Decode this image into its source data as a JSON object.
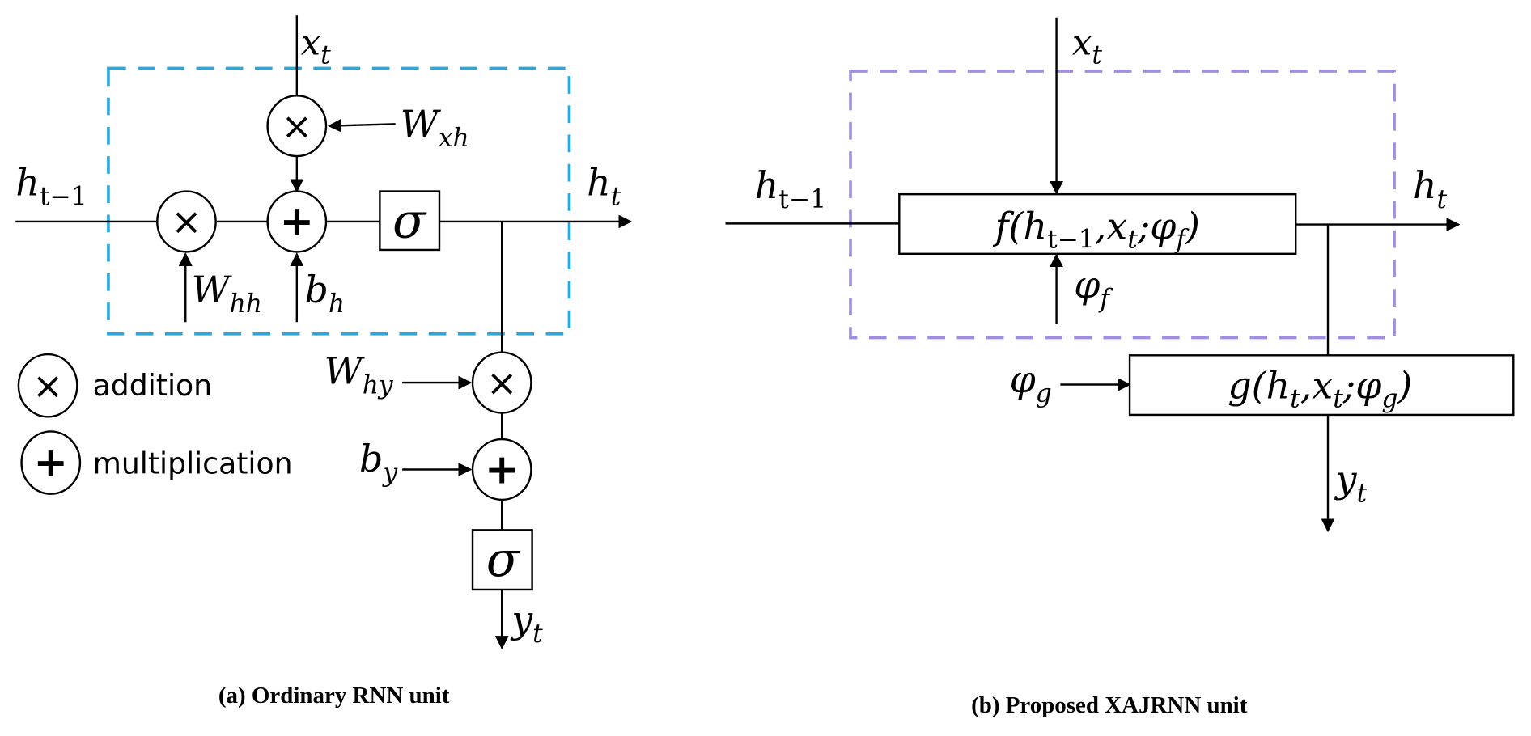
{
  "colors": {
    "panel_a_border": "#2aa7dd",
    "panel_b_border": "#a08fe0",
    "ink": "#000000"
  },
  "panel_a": {
    "caption": "(a) Ordinary RNN unit",
    "labels": {
      "x_t": {
        "base": "x",
        "sub": "t"
      },
      "h_prev": {
        "base": "h",
        "sub": "t−1"
      },
      "h_t": {
        "base": "h",
        "sub": "t"
      },
      "W_xh": {
        "base": "W",
        "sub": "xh"
      },
      "W_hh": {
        "base": "W",
        "sub": "hh"
      },
      "b_h": {
        "base": "b",
        "sub": "h"
      },
      "W_hy": {
        "base": "W",
        "sub": "hy"
      },
      "b_y": {
        "base": "b",
        "sub": "y"
      },
      "y_t": {
        "base": "y",
        "sub": "t"
      }
    },
    "operators": {
      "times": "×",
      "plus": "+",
      "sigma": "σ"
    },
    "legend": [
      {
        "symbol": "×",
        "label": "addition"
      },
      {
        "symbol": "+",
        "label": "multiplication"
      }
    ]
  },
  "panel_b": {
    "caption": "(b) Proposed XAJRNN unit",
    "labels": {
      "x_t": {
        "base": "x",
        "sub": "t"
      },
      "h_prev": {
        "base": "h",
        "sub": "t−1"
      },
      "h_t": {
        "base": "h",
        "sub": "t"
      },
      "phi_f": {
        "base": "φ",
        "sub": "f"
      },
      "phi_g": {
        "base": "φ",
        "sub": "g"
      },
      "y_t": {
        "base": "y",
        "sub": "t"
      }
    },
    "f_box": {
      "fn": "f(",
      "h": "h",
      "h_sub": "t−1",
      "sep1": ",",
      "x": "x",
      "x_sub": "t",
      "sep2": ";",
      "phi": "φ",
      "phi_sub": "f",
      "close": ")"
    },
    "g_box": {
      "fn": "g(",
      "h": "h",
      "h_sub": "t",
      "sep1": ",",
      "x": "x",
      "x_sub": "t",
      "sep2": ";",
      "phi": "φ",
      "phi_sub": "g",
      "close": ")"
    }
  }
}
